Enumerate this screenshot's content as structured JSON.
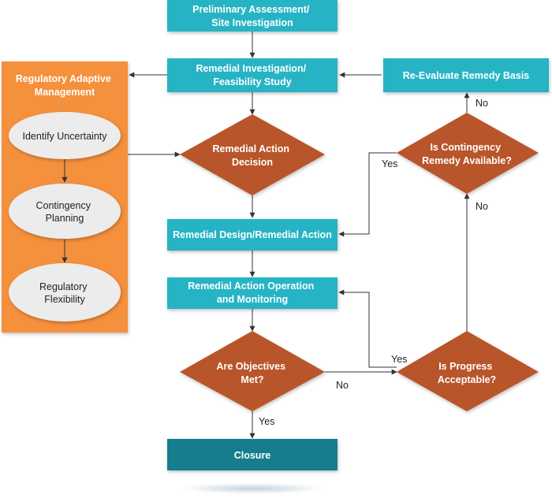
{
  "colors": {
    "teal_box": "#27b4c5",
    "teal_box_dark": "#167d8c",
    "diamond": "#b9542a",
    "orange_panel": "#f5903d",
    "ellipse": "#ececec",
    "line": "#333333"
  },
  "nodes": {
    "preliminary": {
      "lines": [
        "Preliminary Assessment/",
        "Site Investigation"
      ]
    },
    "ri_fs": {
      "lines": [
        "Remedial Investigation/",
        "Feasibility Study"
      ]
    },
    "re_evaluate": {
      "lines": [
        "Re-Evaluate Remedy Basis"
      ]
    },
    "rad": {
      "lines": [
        "Remedial Action",
        "Decision"
      ]
    },
    "contingency_q": {
      "lines": [
        "Is Contingency",
        "Remedy Available?"
      ]
    },
    "design": {
      "lines": [
        "Remedial Design/Remedial Action"
      ]
    },
    "operation": {
      "lines": [
        "Remedial Action Operation",
        "and Monitoring"
      ]
    },
    "objectives_q": {
      "lines": [
        "Are Objectives",
        "Met?"
      ]
    },
    "progress_q": {
      "lines": [
        "Is Progress",
        "Acceptable?"
      ]
    },
    "closure": {
      "lines": [
        "Closure"
      ]
    }
  },
  "panel": {
    "title": [
      "Regulatory Adaptive",
      "Management"
    ],
    "items": [
      {
        "lines": [
          "Identify Uncertainty"
        ]
      },
      {
        "lines": [
          "Contingency",
          "Planning"
        ]
      },
      {
        "lines": [
          "Regulatory",
          "Flexibility"
        ]
      }
    ]
  },
  "edge_labels": {
    "contingency_no": "No",
    "contingency_yes": "Yes",
    "progress_no": "No",
    "progress_yes": "Yes",
    "objectives_no": "No",
    "objectives_yes": "Yes"
  }
}
